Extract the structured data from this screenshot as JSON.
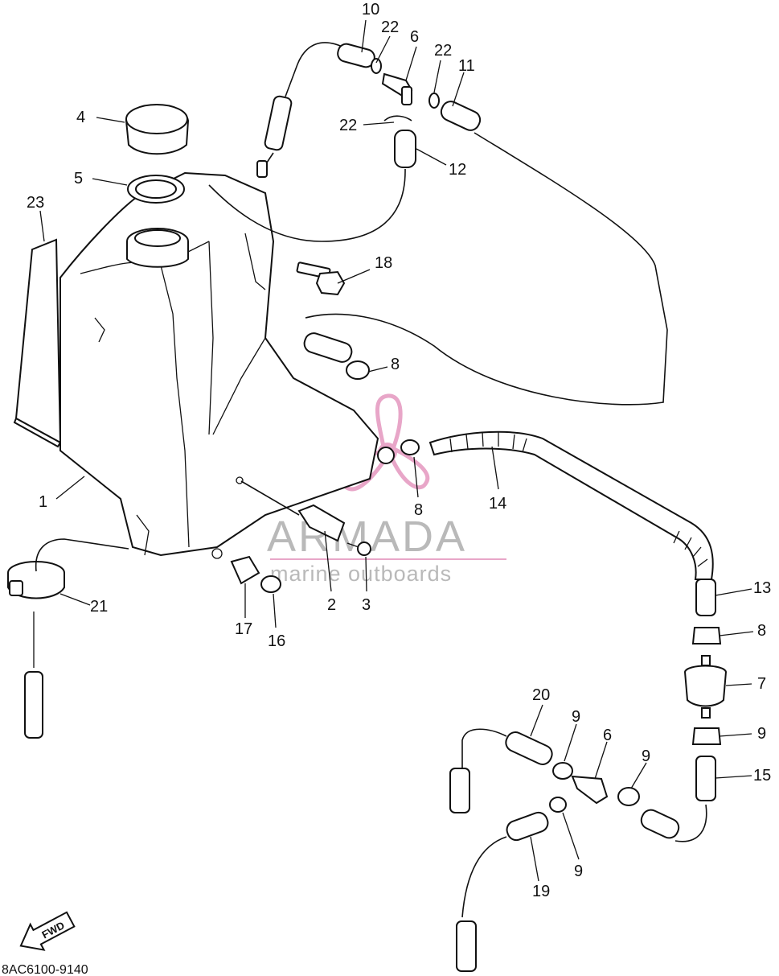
{
  "diagram_code": "8AC6100-9140",
  "direction_badge": "FWD",
  "watermark": {
    "title": "ARMADA",
    "subtitle": "marine outboards",
    "accent_color": "#e8a6c8"
  },
  "callouts": {
    "c1": "1",
    "c2": "2",
    "c3": "3",
    "c4": "4",
    "c5": "5",
    "c6a": "6",
    "c6b": "6",
    "c7": "7",
    "c8a": "8",
    "c8b": "8",
    "c8c": "8",
    "c9a": "9",
    "c9b": "9",
    "c9c": "9",
    "c9d": "9",
    "c10": "10",
    "c11": "11",
    "c12": "12",
    "c13": "13",
    "c14": "14",
    "c15": "15",
    "c16": "16",
    "c17": "17",
    "c18": "18",
    "c19": "19",
    "c20": "20",
    "c21": "21",
    "c22a": "22",
    "c22b": "22",
    "c22c": "22",
    "c23": "23"
  }
}
